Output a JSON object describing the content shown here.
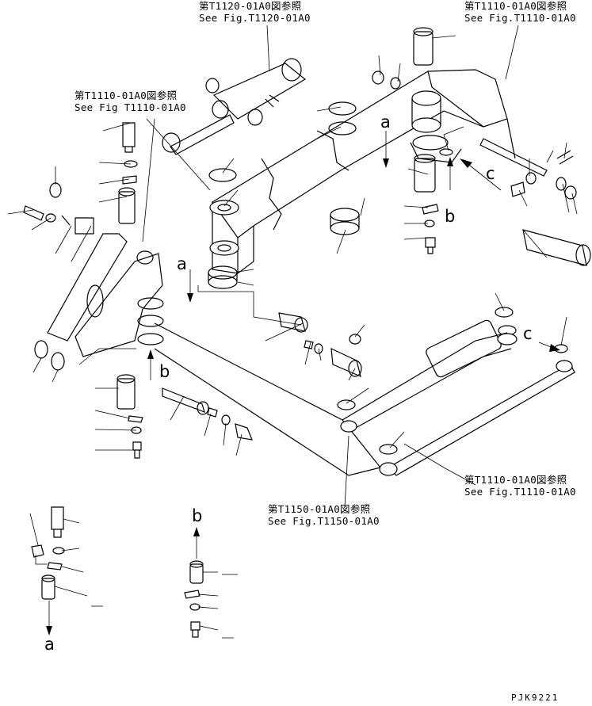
{
  "references": {
    "top_center": {
      "jp": "第T1120-01A0図参照",
      "en": "See Fig.T1120-01A0"
    },
    "top_right": {
      "jp": "第T1110-01A0図参照",
      "en": "See Fig.T1110-01A0"
    },
    "left_mid": {
      "jp": "第T1110-01A0図参照",
      "en": "See Fig T1110-01A0"
    },
    "right_low": {
      "jp": "第T1110-01A0図参照",
      "en": "See Fig.T1110-01A0"
    },
    "bottom_center": {
      "jp": "第T1150-01A0図参照",
      "en": "See Fig.T1150-01A0"
    }
  },
  "markers": {
    "a_upper": "a",
    "a_left": "a",
    "a_bottom": "a",
    "b_upper": "b",
    "b_left": "b",
    "b_bottom": "b",
    "c_right": "c",
    "c_lower": "c"
  },
  "drawing_code": "PJK9221"
}
